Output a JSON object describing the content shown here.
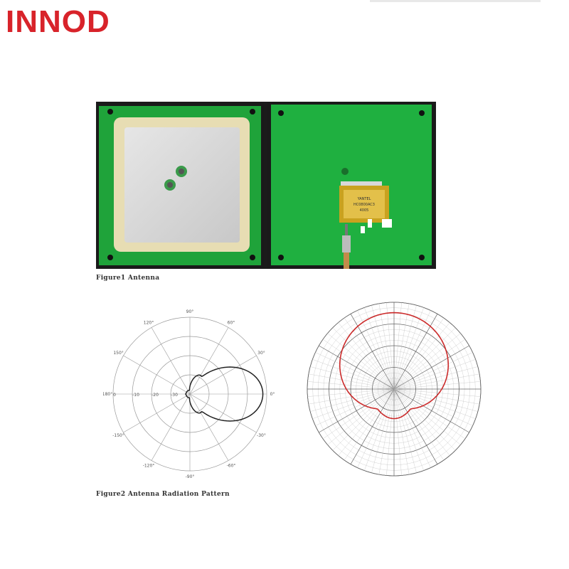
{
  "brand": {
    "name": "INNOD",
    "color": "#d8232a"
  },
  "figure1": {
    "caption": "Figure1 Antenna",
    "left_photo": {
      "description_icon": "ceramic-patch-antenna-icon"
    },
    "right_photo": {
      "description_icon": "pcb-backside-icon",
      "chip_text": [
        "YANTEL",
        "HC0800AC3",
        "4005"
      ]
    }
  },
  "figure2": {
    "caption": "Figure2 Antenna Radiation Pattern",
    "left_chart": {
      "angle_labels": [
        "90°",
        "60°",
        "30°",
        "0°",
        "-30°",
        "-60°",
        "-90°",
        "-120°",
        "-150°",
        "180°",
        "150°",
        "120°"
      ],
      "radial_labels": [
        "0",
        "-10",
        "-20",
        "-30"
      ],
      "trace_color": "#222222"
    },
    "right_chart": {
      "trace_color": "#cc2b2b"
    }
  }
}
